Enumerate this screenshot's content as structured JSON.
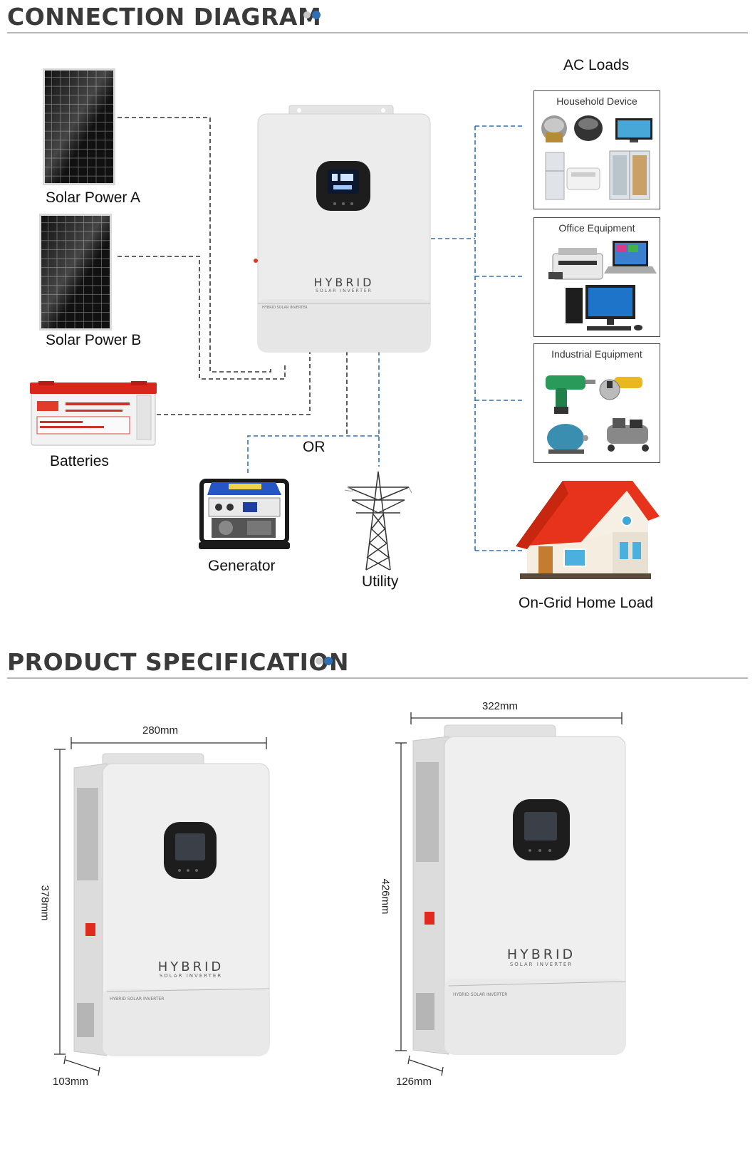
{
  "sections": {
    "connection_title": "CONNECTION DIAGRAM",
    "spec_title": "PRODUCT SPECIFICATION"
  },
  "diagram": {
    "solar_a": "Solar Power A",
    "solar_b": "Solar Power B",
    "batteries": "Batteries",
    "or_label": "OR",
    "generator": "Generator",
    "utility": "Utility",
    "ac_loads": "AC Loads",
    "household": "Household Device",
    "office": "Office Equipment",
    "industrial": "Industrial Equipment",
    "on_grid": "On-Grid Home Load",
    "inverter_brand": "HYBRID",
    "inverter_sub": "SOLAR INVERTER",
    "inverter_strip": "HYBRID SOLAR INVERTER"
  },
  "spec": {
    "left": {
      "width": "280mm",
      "height": "378mm",
      "depth": "103mm"
    },
    "right": {
      "width": "322mm",
      "height": "426mm",
      "depth": "126mm"
    }
  },
  "colors": {
    "accent_blue": "#2f6fb5",
    "dot_grey": "#c8c8c8",
    "dash_dark": "#333333",
    "roof_red": "#e8331c"
  }
}
